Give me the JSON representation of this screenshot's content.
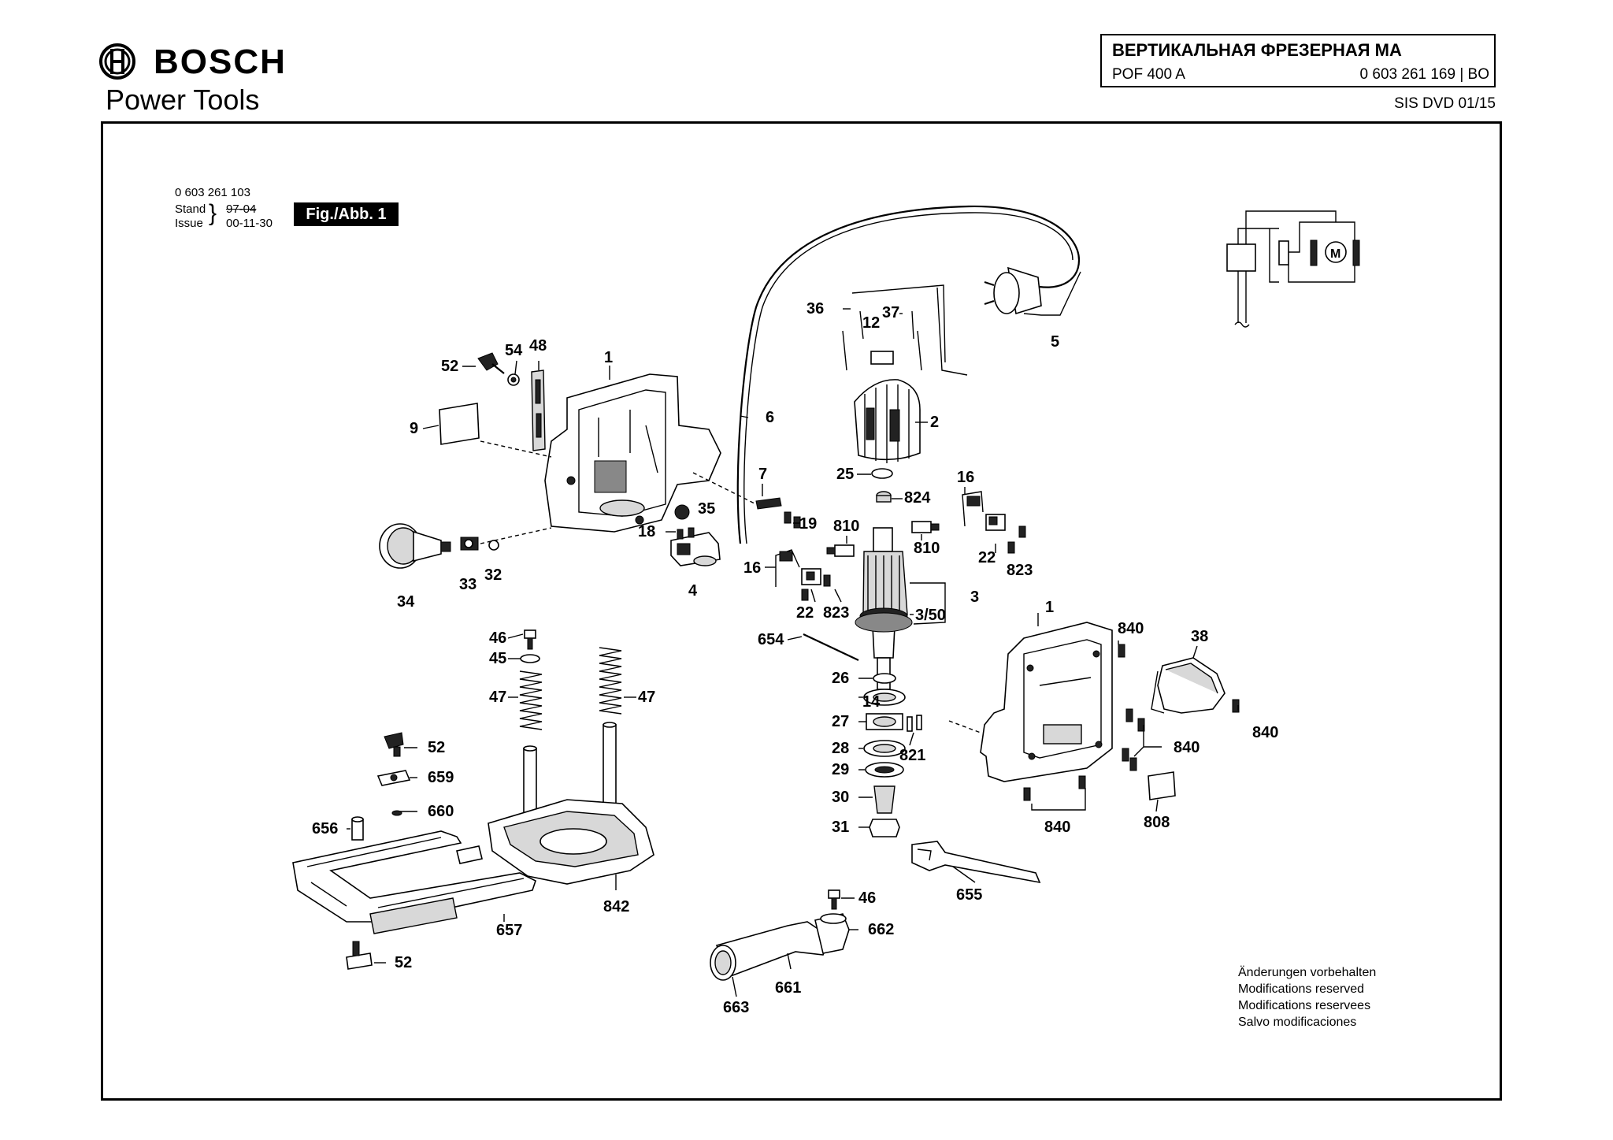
{
  "brand": {
    "name": "BOSCH",
    "subtitle": "Power Tools"
  },
  "title_block": {
    "title": "ВЕРТИКАЛЬНАЯ ФРЕЗЕРНАЯ МА",
    "model": "POF 400 A",
    "part_number": "0 603 261 169 | BO",
    "sis": "SIS DVD 01/15"
  },
  "diagram_meta": {
    "number": "0 603 261 103",
    "stand_label": "Stand",
    "issue_label": "Issue",
    "stand_value": "97-04",
    "issue_value": "00-11-30",
    "figure": "Fig./Abb. 1"
  },
  "notes": [
    "Änderungen vorbehalten",
    "Modifications reserved",
    "Modifications reservees",
    "Salvo modificaciones"
  ],
  "callouts": [
    {
      "label": "1"
    },
    {
      "label": "2"
    },
    {
      "label": "3"
    },
    {
      "label": "3/50"
    },
    {
      "label": "4"
    },
    {
      "label": "5"
    },
    {
      "label": "6"
    },
    {
      "label": "7"
    },
    {
      "label": "9"
    },
    {
      "label": "12"
    },
    {
      "label": "14"
    },
    {
      "label": "16"
    },
    {
      "label": "16"
    },
    {
      "label": "18"
    },
    {
      "label": "19"
    },
    {
      "label": "22"
    },
    {
      "label": "22"
    },
    {
      "label": "25"
    },
    {
      "label": "26"
    },
    {
      "label": "27"
    },
    {
      "label": "28"
    },
    {
      "label": "29"
    },
    {
      "label": "30"
    },
    {
      "label": "31"
    },
    {
      "label": "32"
    },
    {
      "label": "33"
    },
    {
      "label": "34"
    },
    {
      "label": "35"
    },
    {
      "label": "36"
    },
    {
      "label": "37"
    },
    {
      "label": "38"
    },
    {
      "label": "45"
    },
    {
      "label": "46"
    },
    {
      "label": "46"
    },
    {
      "label": "47"
    },
    {
      "label": "47"
    },
    {
      "label": "48"
    },
    {
      "label": "52"
    },
    {
      "label": "52"
    },
    {
      "label": "52"
    },
    {
      "label": "54"
    },
    {
      "label": "654"
    },
    {
      "label": "655"
    },
    {
      "label": "656"
    },
    {
      "label": "657"
    },
    {
      "label": "659"
    },
    {
      "label": "660"
    },
    {
      "label": "661"
    },
    {
      "label": "662"
    },
    {
      "label": "663"
    },
    {
      "label": "808"
    },
    {
      "label": "810"
    },
    {
      "label": "810"
    },
    {
      "label": "821"
    },
    {
      "label": "823"
    },
    {
      "label": "823"
    },
    {
      "label": "824"
    },
    {
      "label": "840"
    },
    {
      "label": "840"
    },
    {
      "label": "840"
    },
    {
      "label": "840"
    },
    {
      "label": "842"
    },
    {
      "label": "1"
    }
  ]
}
